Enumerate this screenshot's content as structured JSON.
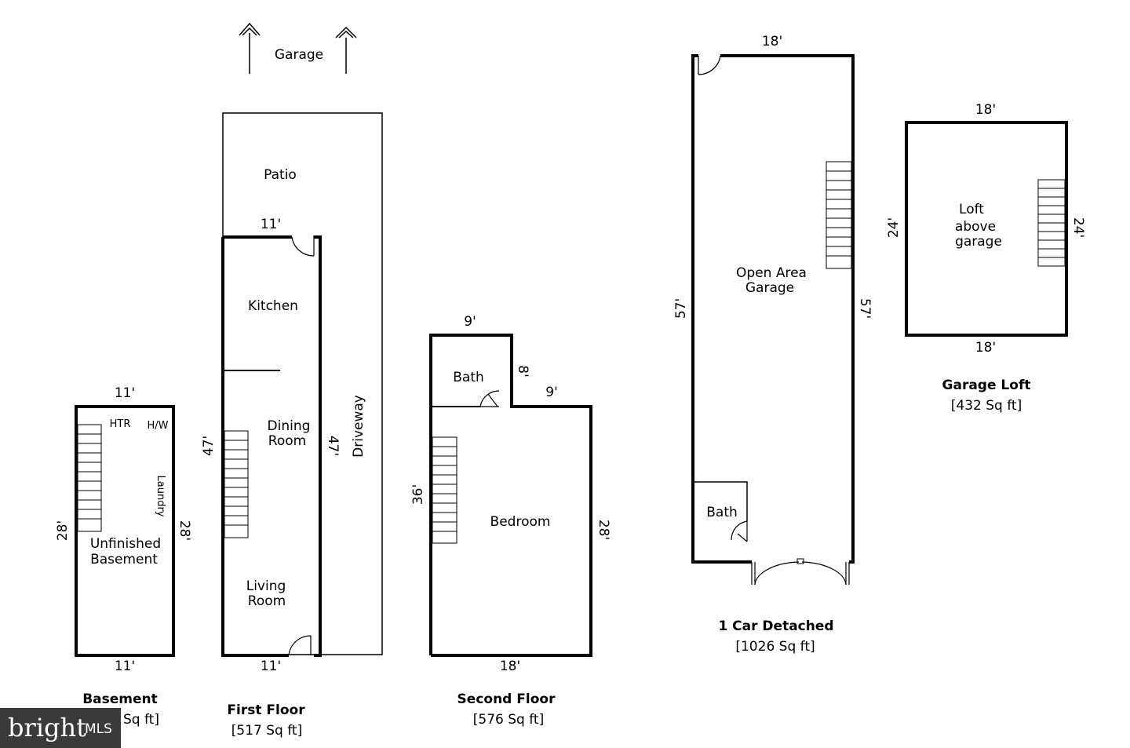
{
  "garage_arrow_label": "Garage",
  "basement": {
    "width_top": "11'",
    "width_bottom": "11'",
    "height_left": "28'",
    "height_right": "28'",
    "htr": "HTR",
    "hw": "H/W",
    "laundry": "Laundry",
    "room_line1": "Unfinished",
    "room_line2": "Basement",
    "title": "Basement",
    "area": "Sq ft]"
  },
  "first_floor": {
    "patio": "Patio",
    "width_top": "11'",
    "width_bottom": "11'",
    "height_left": "47'",
    "height_right": "47'",
    "kitchen": "Kitchen",
    "dining_line1": "Dining",
    "dining_line2": "Room",
    "living_line1": "Living",
    "living_line2": "Room",
    "driveway": "Driveway",
    "title": "First Floor",
    "area": "[517 Sq ft]"
  },
  "second_floor": {
    "bath": "Bath",
    "bath_width": "9'",
    "bath_height": "8'",
    "step_width": "9'",
    "height_left": "36'",
    "height_right": "28'",
    "width_bottom": "18'",
    "bedroom": "Bedroom",
    "title": "Second Floor",
    "area": "[576 Sq ft]"
  },
  "detached": {
    "width_top": "18'",
    "height_left": "57'",
    "height_right": "57'",
    "room_line1": "Open Area",
    "room_line2": "Garage",
    "bath": "Bath",
    "title": "1 Car Detached",
    "area": "[1026 Sq ft]"
  },
  "loft": {
    "width_top": "18'",
    "width_bottom": "18'",
    "height_left": "24'",
    "height_right": "24'",
    "room_line1": "Loft",
    "room_line2": "above",
    "room_line3": "garage",
    "title": "Garage Loft",
    "area": "[432 Sq ft]"
  },
  "logo": {
    "brand": "bright",
    "suffix": "MLS"
  }
}
